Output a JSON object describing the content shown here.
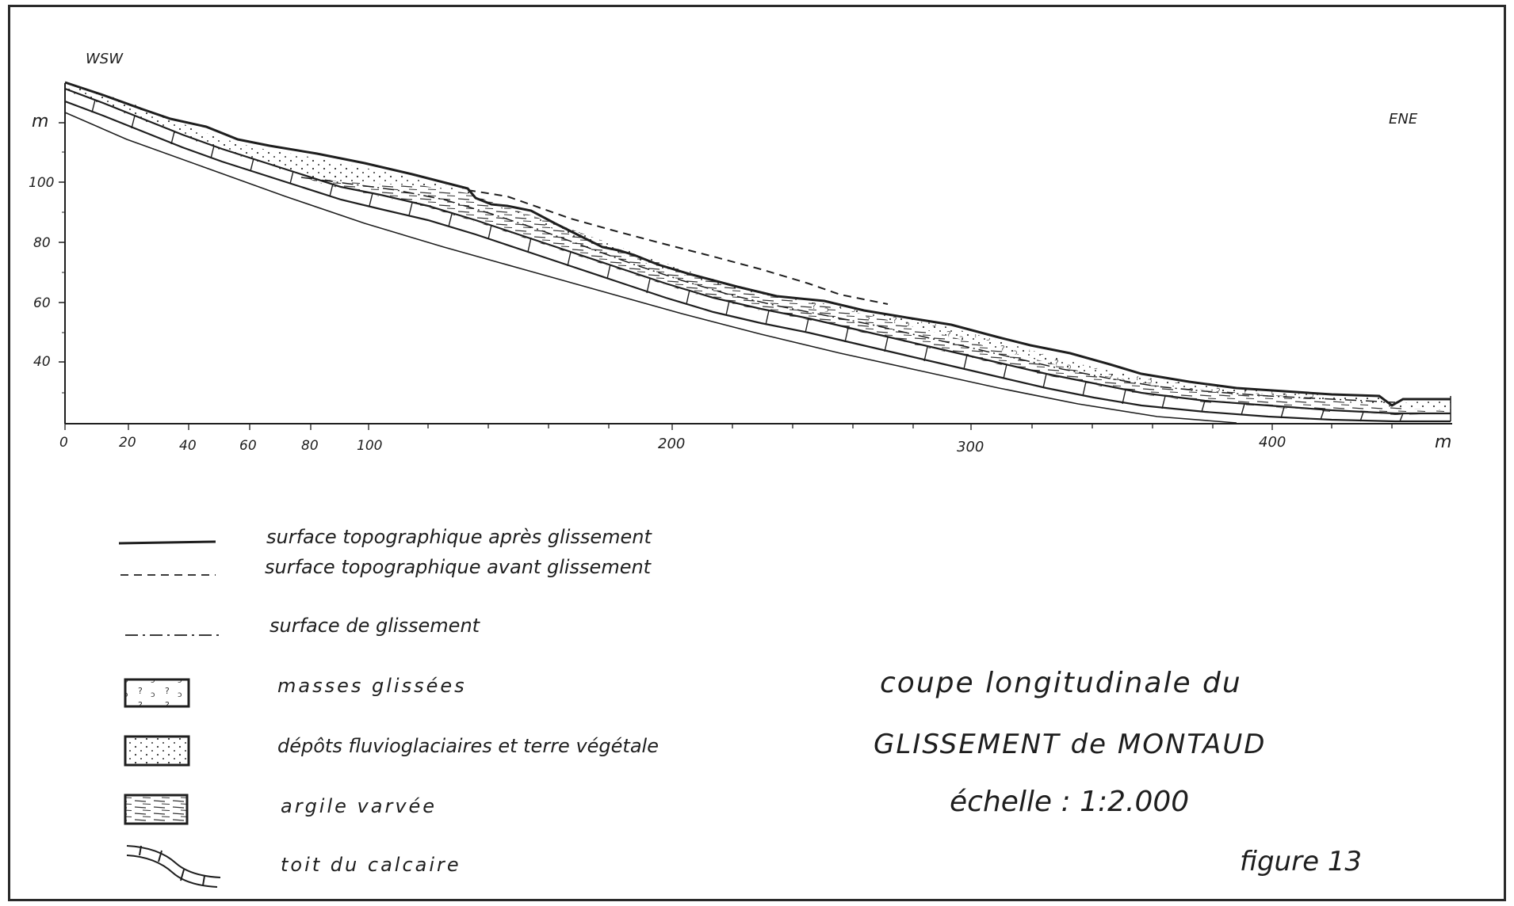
{
  "orientation": {
    "left": "WSW",
    "right": "ENE"
  },
  "axes": {
    "y_unit": "m",
    "x_unit": "m",
    "y_ticks": [
      "100",
      "80",
      "60",
      "40"
    ],
    "x_ticks": [
      "0",
      "20",
      "40",
      "60",
      "80",
      "100",
      "200",
      "300",
      "400"
    ]
  },
  "legend": [
    {
      "symbol": "solid-line",
      "label": "surface topographique après glissement"
    },
    {
      "symbol": "dashed-line",
      "label": "surface topographique avant glissement"
    },
    {
      "symbol": "dash-dot-line",
      "label": "surface de glissement"
    },
    {
      "symbol": "hatched-box-masses",
      "label": "masses glissées"
    },
    {
      "symbol": "dotted-box",
      "label": "dépôts fluvioglaciaires et terre végétale"
    },
    {
      "symbol": "striped-box",
      "label": "argile varvée"
    },
    {
      "symbol": "limestone-band",
      "label": "toit du calcaire"
    }
  ],
  "title": {
    "line1": "coupe longitudinale du",
    "line2": "GLISSEMENT de MONTAUD",
    "line3": "échelle : 1:2.000"
  },
  "figure_label": "figure 13",
  "colors": {
    "ink": "#1e1e1e",
    "paper": "#ffffff"
  }
}
